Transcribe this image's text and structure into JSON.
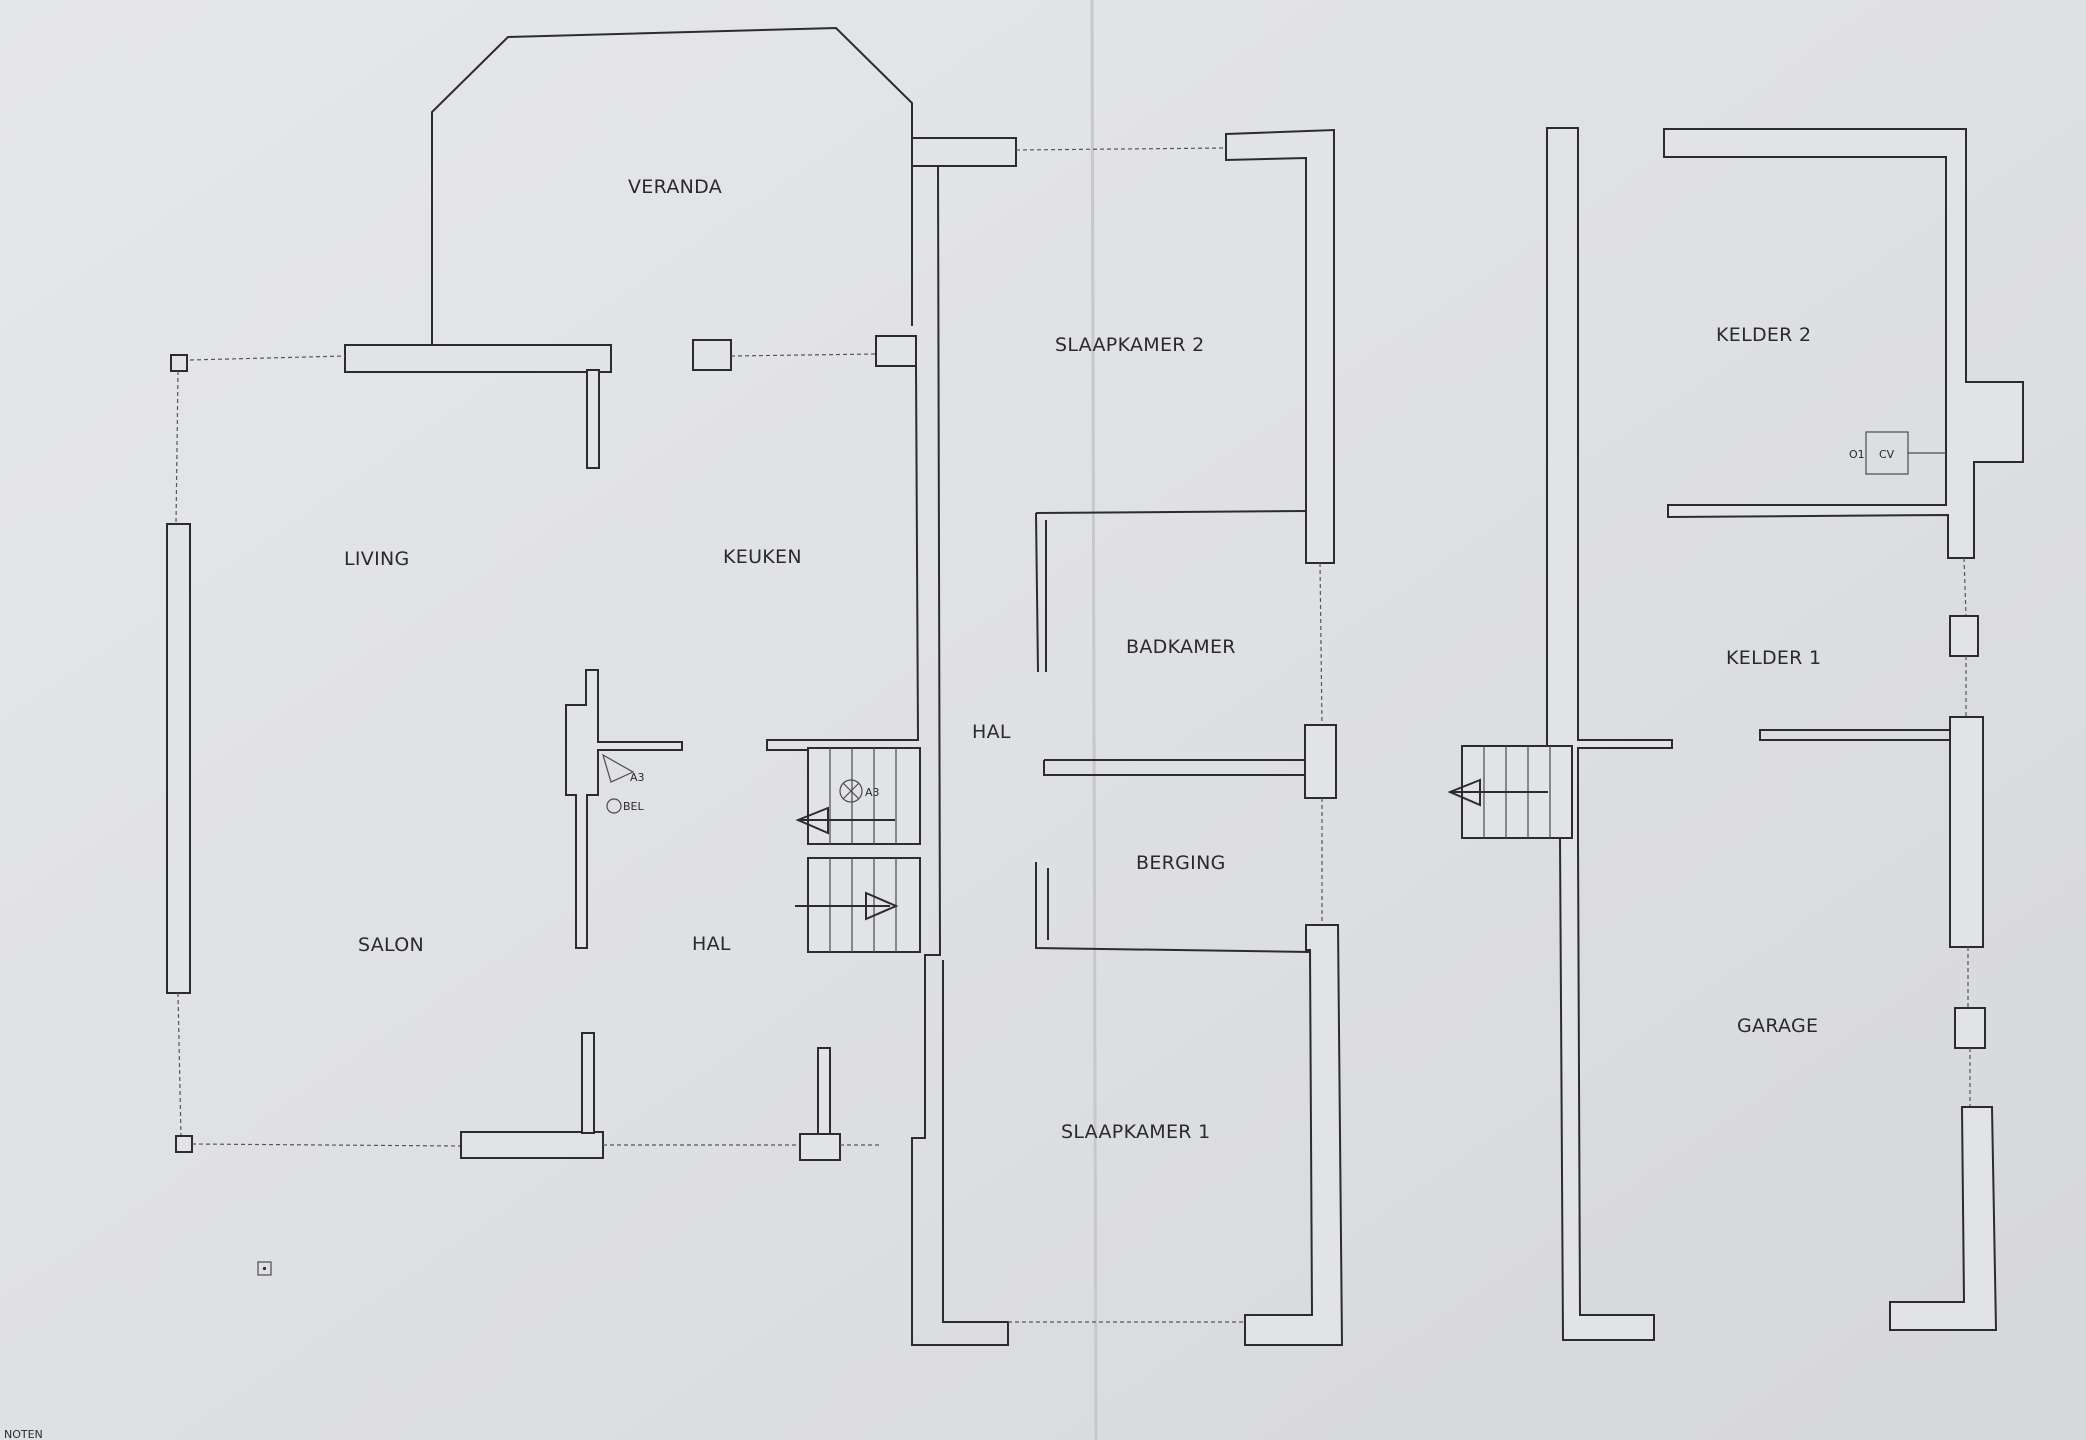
{
  "plan": {
    "rooms": {
      "veranda": "VERANDA",
      "living": "LIVING",
      "keuken": "KEUKEN",
      "salon": "SALON",
      "hal_ground": "HAL",
      "hal_corridor": "HAL",
      "slaapkamer2": "SLAAPKAMER 2",
      "badkamer": "BADKAMER",
      "berging": "BERGING",
      "slaapkamer1": "SLAAPKAMER 1",
      "kelder2": "KELDER 2",
      "kelder1": "KELDER 1",
      "garage": "GARAGE"
    },
    "symbols": {
      "a3_upper": "A3",
      "a3_lower": "A3",
      "bel": "BEL",
      "cv": "CV",
      "o1": "O1"
    },
    "corner_note": "NOTEN"
  },
  "colors": {
    "paper": "#e2e3e5",
    "ink": "#2c2c30"
  }
}
